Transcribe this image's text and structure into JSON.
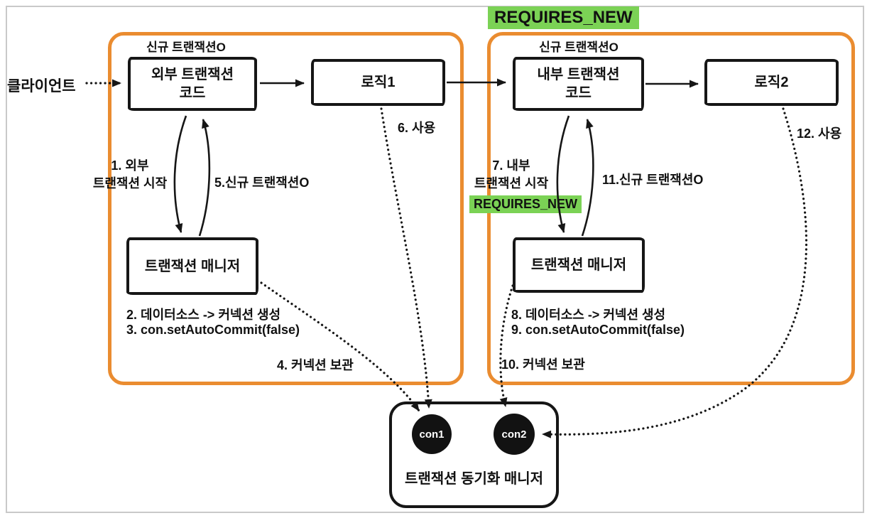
{
  "colors": {
    "group_border_orange": "#ea8c30",
    "badge_green": "#7bd255",
    "box_border_black": "#161616",
    "connection_circle_black": "#121212",
    "frame_gray": "#c9c9c9",
    "background": "#ffffff"
  },
  "badges": {
    "top": "REQUIRES_NEW",
    "inner": "REQUIRES_NEW"
  },
  "client": {
    "label": "클라이언트"
  },
  "left_group": {
    "title": "신규 트랜잭션O",
    "outer_tx": {
      "line1": "외부 트랜잭션",
      "line2": "코드"
    },
    "logic": "로직1",
    "manager": "트랜잭션 매니저",
    "step1": {
      "line1": "1. 외부",
      "line2": "트랜잭션 시작"
    },
    "step2": "2. 데이터소스 -> 커넥션 생성",
    "step3": "3. con.setAutoCommit(false)",
    "step4": "4. 커넥션 보관",
    "step5": "5.신규 트랜잭션O",
    "step6": "6. 사용"
  },
  "right_group": {
    "title": "신규 트랜잭션O",
    "inner_tx": {
      "line1": "내부 트랜잭션",
      "line2": "코드"
    },
    "logic": "로직2",
    "manager": "트랜잭션 매니저",
    "step7": {
      "line1": "7. 내부",
      "line2": "트랜잭션 시작"
    },
    "step8": "8. 데이터소스 -> 커넥션 생성",
    "step9": "9. con.setAutoCommit(false)",
    "step10": "10. 커넥션 보관",
    "step11": "11.신규 트랜잭션O",
    "step12": "12. 사용"
  },
  "sync_manager": {
    "label": "트랜잭션 동기화 매니저",
    "con1": "con1",
    "con2": "con2"
  }
}
